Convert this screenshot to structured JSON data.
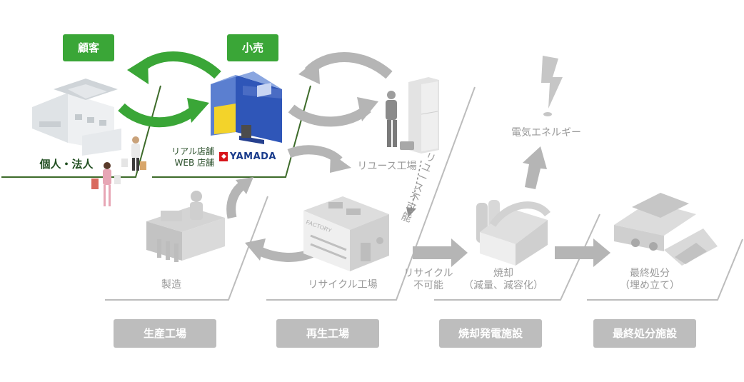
{
  "labels": {
    "customer_tag": "顧客",
    "retail_tag": "小売",
    "customer": "個人・法人",
    "real_store": "リアル店舗",
    "web_store": "WEB 店舗",
    "yamada": "YAMADA",
    "reuse_factory": "リユース工場",
    "reuse_impossible": "リユース不可能",
    "electric_energy": "電気エネルギー",
    "manufacturing": "製造",
    "recycle_factory": "リサイクル工場",
    "recycle_impossible": "リサイクル\n不可能",
    "incineration": "焼却\n（減量、減容化）",
    "final_disposal": "最終処分\n（埋め立て）",
    "factory_sign": "FACTORY"
  },
  "categories": {
    "production": "生産工場",
    "regeneration": "再生工場",
    "incineration_power": "焼却発電施設",
    "final_disposal_facility": "最終処分施設"
  },
  "colors": {
    "green": "#3aa637",
    "gray_arrow": "#b5b5b5",
    "category_gray": "#bdbdbd",
    "line_green": "#3d6b2a"
  }
}
